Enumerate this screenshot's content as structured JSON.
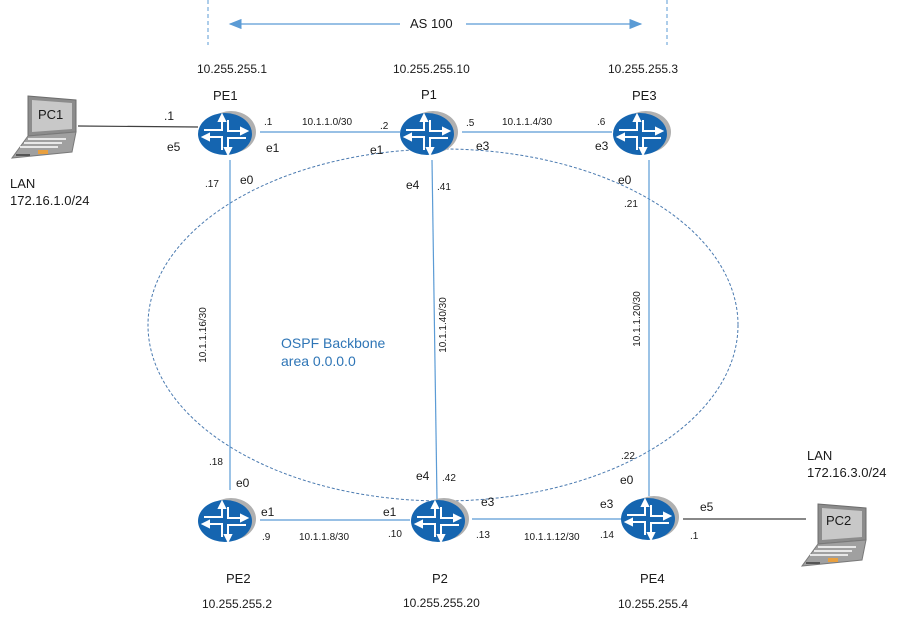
{
  "diagram": {
    "title": "AS 100",
    "colors": {
      "link": "#5b9bd5",
      "ospf_boundary": "#4a7ab0",
      "router_body": "#1565b0",
      "router_shadow": "#b0b0b0",
      "pc_link": "#404040",
      "ospf_text": "#2e75b6"
    },
    "ospf_area": {
      "line1": "OSPF Backbone",
      "line2": "area 0.0.0.0"
    },
    "routers": [
      {
        "id": "PE1",
        "name": "PE1",
        "loopback": "10.255.255.1"
      },
      {
        "id": "P1",
        "name": "P1",
        "loopback": "10.255.255.10"
      },
      {
        "id": "PE3",
        "name": "PE3",
        "loopback": "10.255.255.3"
      },
      {
        "id": "PE2",
        "name": "PE2",
        "loopback": "10.255.255.2"
      },
      {
        "id": "P2",
        "name": "P2",
        "loopback": "10.255.255.20"
      },
      {
        "id": "PE4",
        "name": "PE4",
        "loopback": "10.255.255.4"
      }
    ],
    "hosts": [
      {
        "id": "PC1",
        "name": "PC1",
        "lan_label": "LAN",
        "lan_subnet": "172.16.1.0/24"
      },
      {
        "id": "PC2",
        "name": "PC2",
        "lan_label": "LAN",
        "lan_subnet": "172.16.3.0/24"
      }
    ],
    "links": [
      {
        "from": "PE1",
        "to": "P1",
        "subnet": "10.1.1.0/30",
        "from_if": "e1",
        "from_ip": ".1",
        "to_if": "e1",
        "to_ip": ".2"
      },
      {
        "from": "P1",
        "to": "PE3",
        "subnet": "10.1.1.4/30",
        "from_if": "e3",
        "from_ip": ".5",
        "to_if": "e3",
        "to_ip": ".6"
      },
      {
        "from": "PE1",
        "to": "PE2",
        "subnet": "10.1.1.16/30",
        "from_if": "e0",
        "from_ip": ".17",
        "to_if": "e0",
        "to_ip": ".18"
      },
      {
        "from": "P1",
        "to": "P2",
        "subnet": "10.1.1.40/30",
        "from_if": "e4",
        "from_ip": ".41",
        "to_if": "e4",
        "to_ip": ".42"
      },
      {
        "from": "PE3",
        "to": "PE4",
        "subnet": "10.1.1.20/30",
        "from_if": "e0",
        "from_ip": ".21",
        "to_if": "e0",
        "to_ip": ".22"
      },
      {
        "from": "PE2",
        "to": "P2",
        "subnet": "10.1.1.8/30",
        "from_if": "e1",
        "from_ip": ".9",
        "to_if": "e1",
        "to_ip": ".10"
      },
      {
        "from": "P2",
        "to": "PE4",
        "subnet": "10.1.1.12/30",
        "from_if": "e3",
        "from_ip": ".13",
        "to_if": "e3",
        "to_ip": ".14"
      },
      {
        "from": "PC1",
        "to": "PE1",
        "subnet": "",
        "from_if": "",
        "from_ip": "",
        "to_if": "e5",
        "to_ip": ".1"
      },
      {
        "from": "PE4",
        "to": "PC2",
        "subnet": "",
        "from_if": "e5",
        "from_ip": ".1",
        "to_if": "",
        "to_ip": ""
      }
    ]
  }
}
